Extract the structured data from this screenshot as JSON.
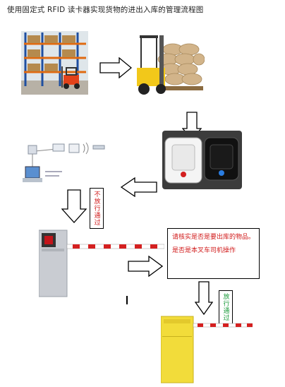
{
  "title": "使用固定式 RFID 读卡器实现货物的进出入库的管理流程图",
  "notes": {
    "left_label": "不放行通过",
    "right_label": "放行通过",
    "instruction_line1": "请核实是否是要出库的物品。",
    "instruction_line2": "是否是本叉车司机操作"
  },
  "colors": {
    "note_text": "#d11a1a",
    "pass_text": "#1a9a3a",
    "barrier_red": "#d42020",
    "gate_gray": "#c9ccd2",
    "gate_yellow": "#f2dc3a"
  },
  "images": {
    "warehouse": "warehouse-racks-forklift-photo",
    "forklift": "yellow-forklift-with-sacks-photo",
    "tags": "rfid-tags-white-black-photo",
    "network": "rfid-reader-network-diagram",
    "gate_gray": "gray-parking-barrier-gate",
    "gate_yellow": "yellow-barrier-gate"
  }
}
